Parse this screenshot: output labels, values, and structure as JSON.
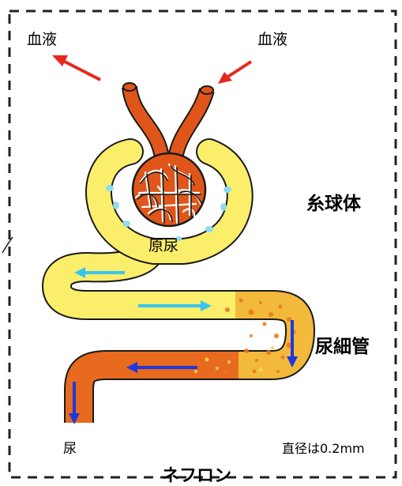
{
  "labels": {
    "blood_left": "血液",
    "blood_right": "血液",
    "glomerulus": "糸球体",
    "primary_urine": "原尿",
    "renal_tubule": "尿細管",
    "urine": "尿",
    "diameter": "直径は0.2mm",
    "nephron": "ネフロン"
  },
  "colors": {
    "blood_flow_arrow": "#e8261e",
    "blood_vessel": "#e0561a",
    "capsule": "#fbee6b",
    "primary_urine_arrow": "#37c6f0",
    "urine_arrow": "#1f37e0",
    "tubule_late": "#e86a1e",
    "border": "#222222"
  }
}
